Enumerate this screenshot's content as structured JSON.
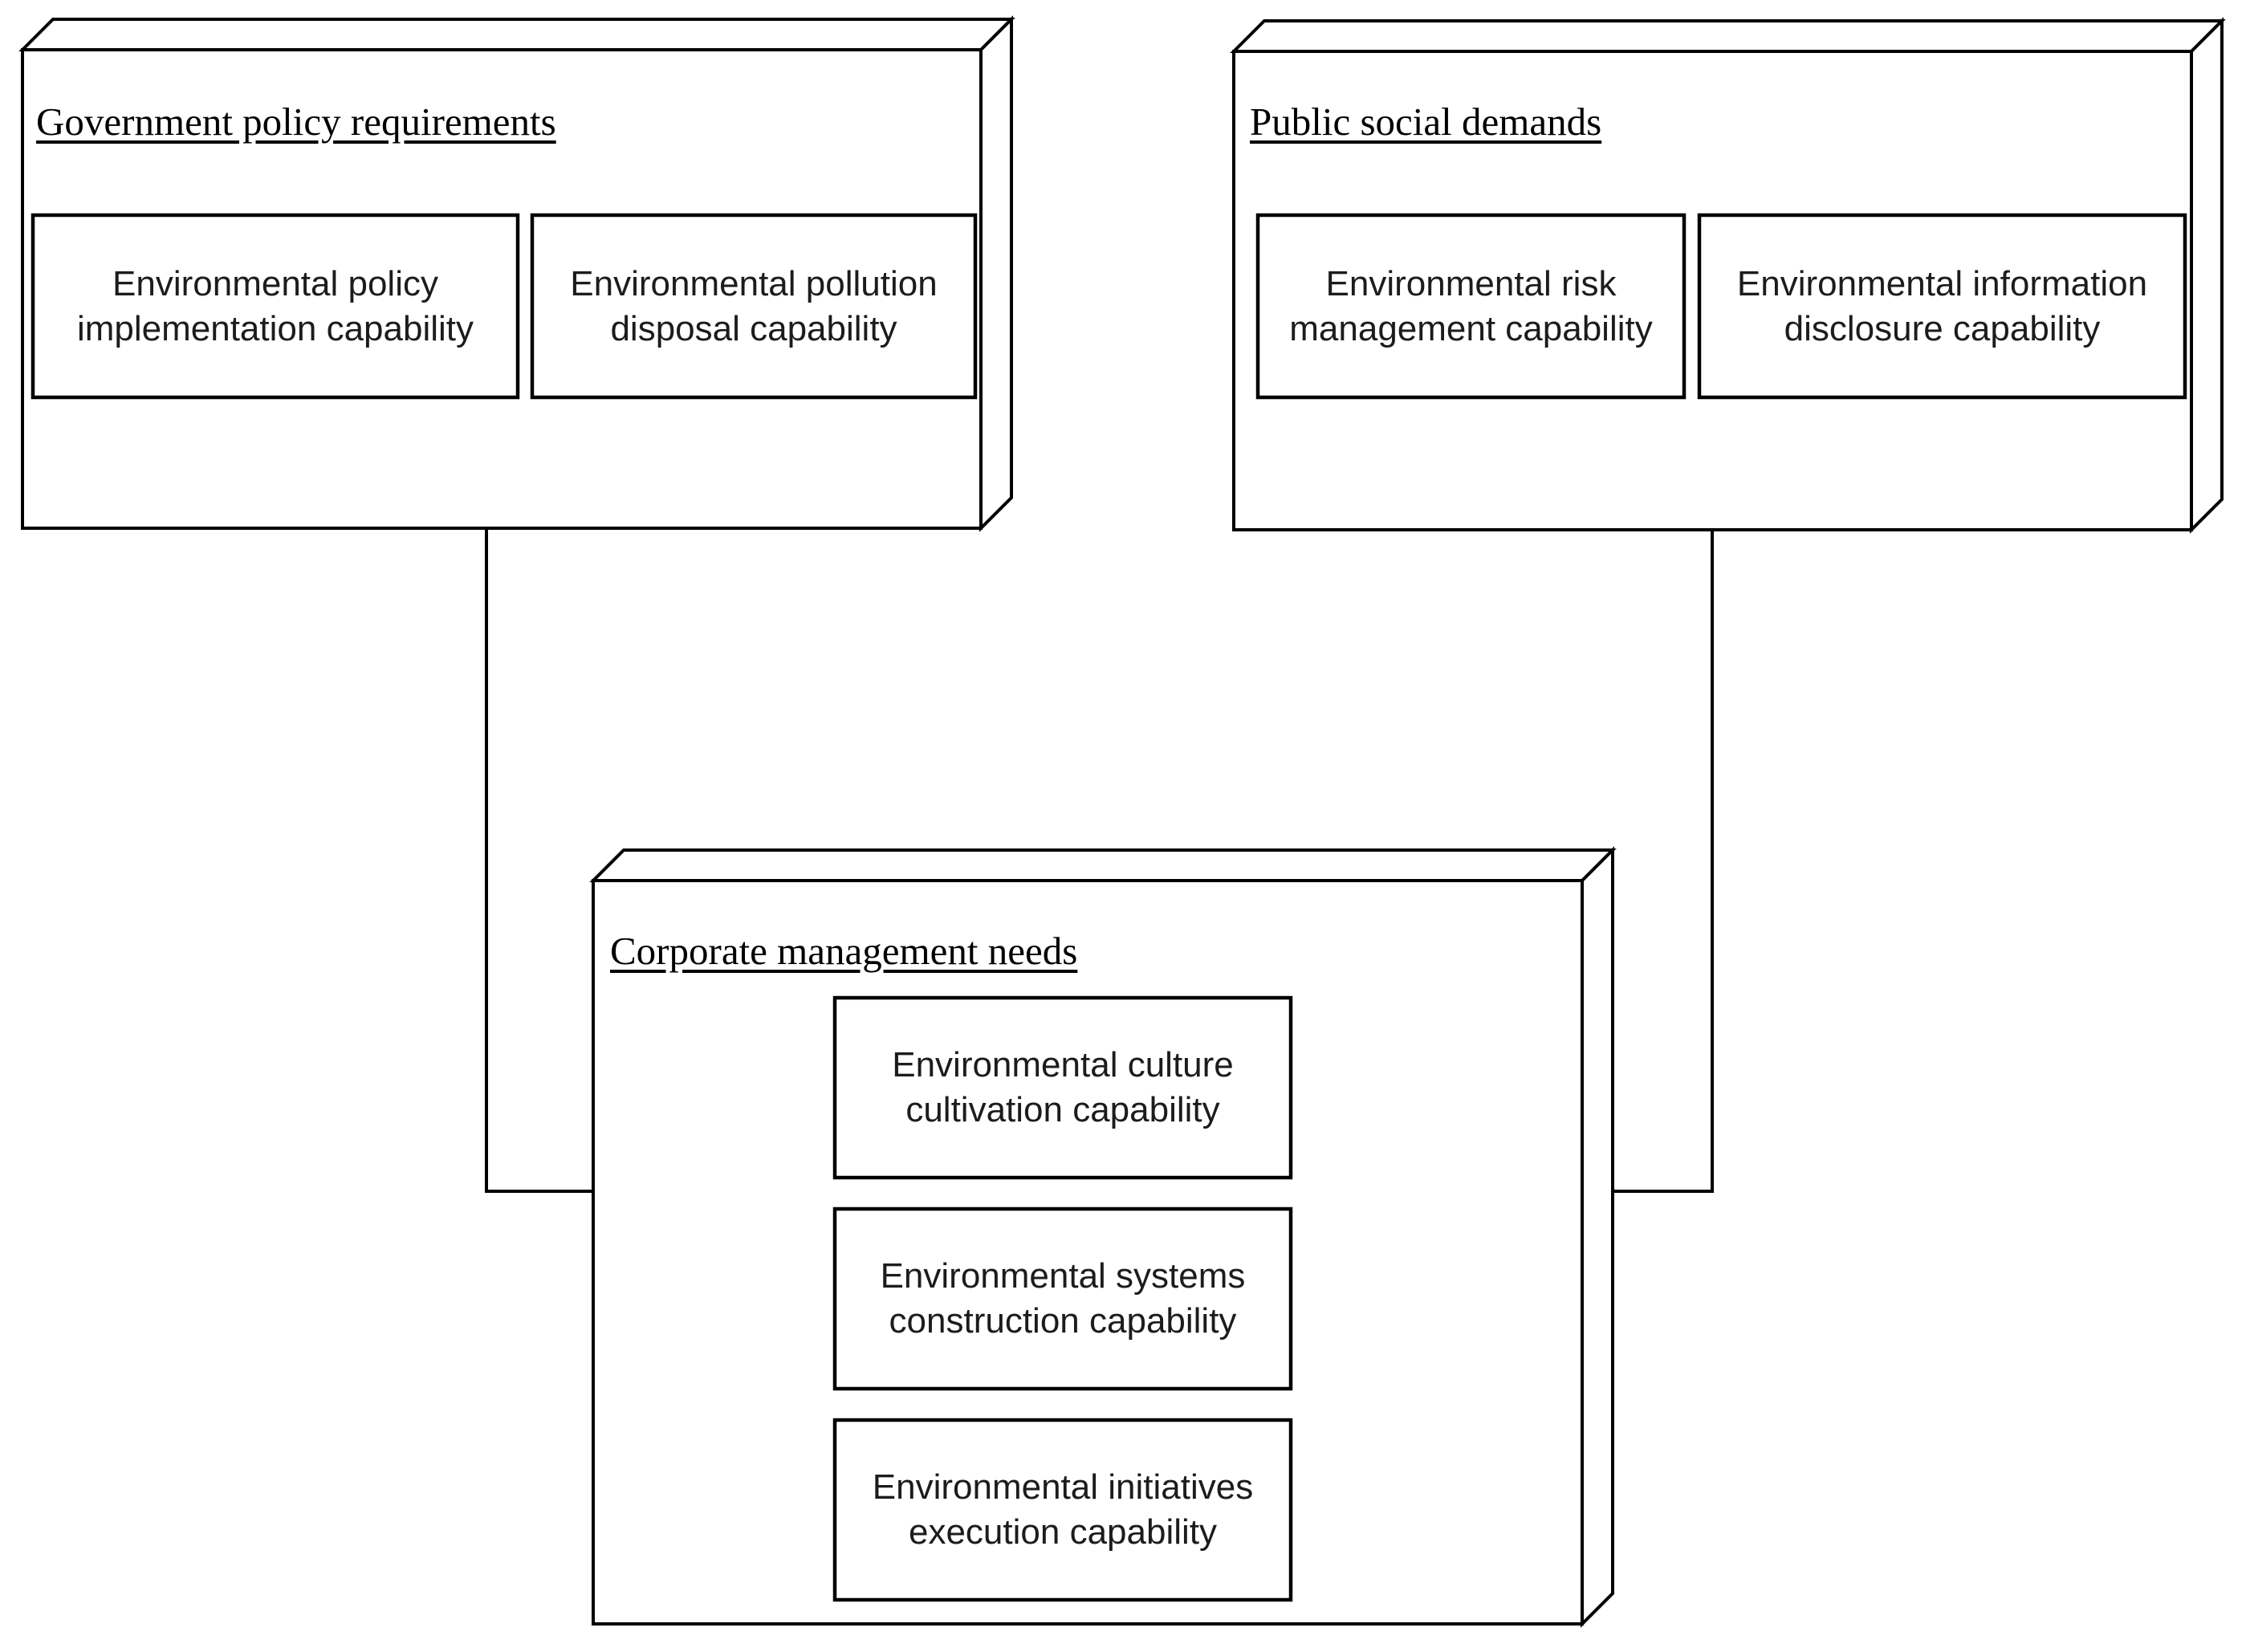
{
  "diagram": {
    "type": "package-diagram",
    "background_color": "#ffffff",
    "stroke_color": "#000000",
    "text_color": "#1c1c1c",
    "packages": [
      {
        "id": "government",
        "title": "Government policy requirements",
        "items": [
          {
            "lines": [
              "Environmental policy",
              "implementation capability"
            ]
          },
          {
            "lines": [
              "Environmental pollution",
              "disposal capability"
            ]
          }
        ]
      },
      {
        "id": "public",
        "title": "Public social demands",
        "items": [
          {
            "lines": [
              "Environmental risk",
              "management capability"
            ]
          },
          {
            "lines": [
              "Environmental information",
              "disclosure capability"
            ]
          }
        ]
      },
      {
        "id": "corporate",
        "title": "Corporate management needs",
        "items": [
          {
            "lines": [
              "Environmental culture",
              "cultivation capability"
            ]
          },
          {
            "lines": [
              "Environmental systems",
              "construction capability"
            ]
          },
          {
            "lines": [
              "Environmental initiatives",
              "execution capability"
            ]
          }
        ]
      }
    ],
    "connectors": [
      {
        "from": "government",
        "to": "corporate"
      },
      {
        "from": "public",
        "to": "corporate"
      }
    ]
  }
}
